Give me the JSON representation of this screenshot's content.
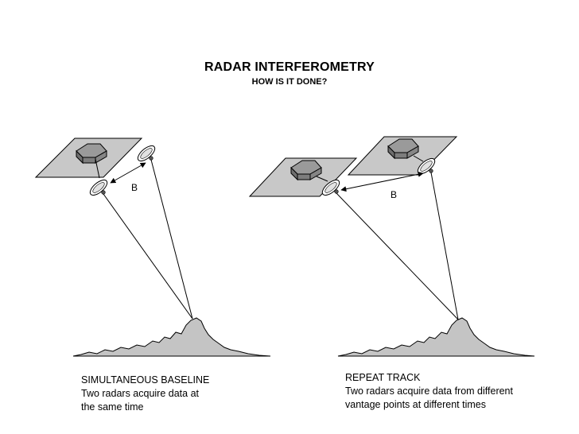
{
  "header": {
    "title": "RADAR INTERFEROMETRY",
    "subtitle": "HOW IS IT DONE?"
  },
  "left_panel": {
    "baseline_label": "B",
    "caption_heading": "SIMULTANEOUS BASELINE",
    "caption_line1": "Two radars acquire data at",
    "caption_line2": "the same time"
  },
  "right_panel": {
    "baseline_label": "B",
    "caption_heading": "REPEAT TRACK",
    "caption_line1": "Two radars acquire data from different",
    "caption_line2": "vantage points at different times"
  },
  "colors": {
    "panel_fill": "#c8c8c8",
    "satellite_body": "#8f8f8f",
    "terrain_fill": "#c4c4c4",
    "line": "#000000"
  }
}
